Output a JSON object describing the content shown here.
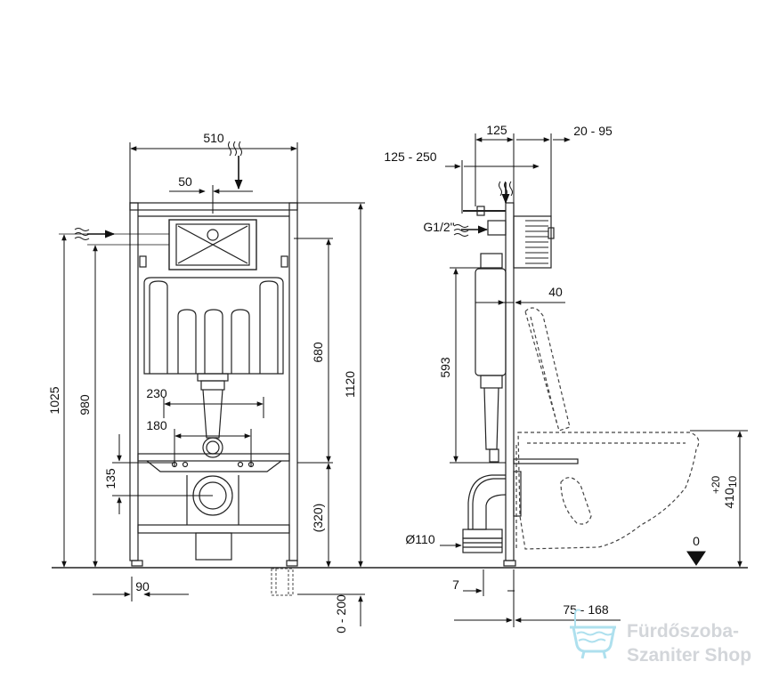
{
  "front_view": {
    "width_label": "510",
    "flush_plate_label": "50",
    "height_1025": "1025",
    "height_980": "980",
    "height_1120": "1120",
    "height_680": "680",
    "spacing_230": "230",
    "spacing_180": "180",
    "height_135": "135",
    "height_320": "(320)",
    "foot_90": "90",
    "adjust_0_200": "0 - 200"
  },
  "side_view": {
    "depth_125": "125",
    "depth_20_95": "20 - 95",
    "depth_125_250": "125 - 250",
    "thread_label": "G1/2\"",
    "depth_40": "40",
    "height_593": "593",
    "pipe_label": "Ø110",
    "offset_7": "7",
    "offset_75_168": "75 - 168",
    "bowl_height_main": "410",
    "bowl_tolerance_plus": "+20",
    "bowl_tolerance_minus": "−10",
    "floor_zero": "0"
  },
  "watermark": {
    "line1": "Fürdőszoba-",
    "line2": "Szaniter Shop"
  }
}
